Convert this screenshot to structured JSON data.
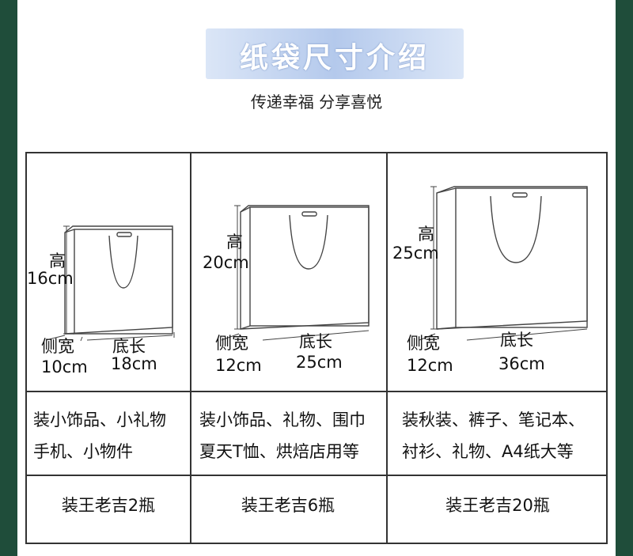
{
  "title": "纸袋尺寸介绍",
  "subtitle": "传递幸福 分享喜悦",
  "labels": {
    "height": "高",
    "depth": "侧宽",
    "width": "底长"
  },
  "bags": [
    {
      "height": "16cm",
      "depth": "10cm",
      "width": "18cm",
      "use_line1": "装小饰品、小礼物",
      "use_line2": "手机、小物件",
      "capacity": "装王老吉2瓶"
    },
    {
      "height": "20cm",
      "depth": "12cm",
      "width": "25cm",
      "use_line1": "装小饰品、礼物、围巾",
      "use_line2": "夏天T恤、烘焙店用等",
      "capacity": "装王老吉6瓶"
    },
    {
      "height": "25cm",
      "depth": "12cm",
      "width": "36cm",
      "use_line1": "装秋装、裤子、笔记本、",
      "use_line2": "衬衫、礼物、A4纸大等",
      "capacity": "装王老吉20瓶"
    }
  ],
  "colors": {
    "background": "#1f4d3a",
    "title_band": "#b4c9ec",
    "line": "#333333"
  }
}
